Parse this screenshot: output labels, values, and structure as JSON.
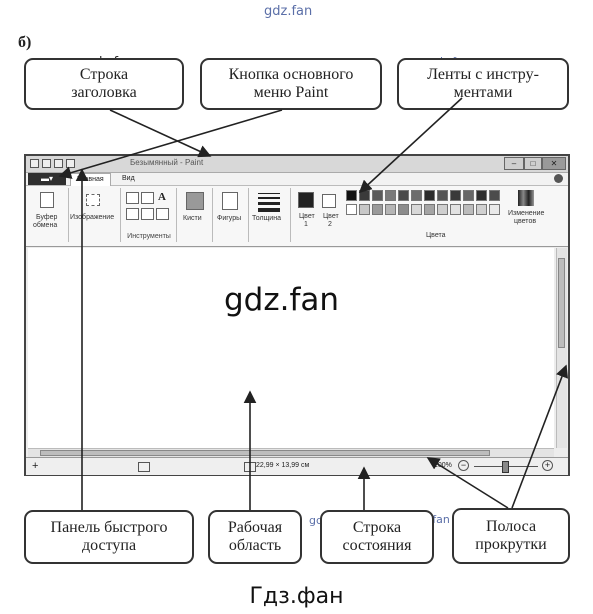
{
  "watermarks": {
    "top": "gdz.fan",
    "small": "gdz.fan",
    "center": "gdz.fan",
    "bottom": "Гдз.фан"
  },
  "figure_label": "б)",
  "callouts": {
    "title_bar": [
      "Строка",
      "заголовка"
    ],
    "main_menu": [
      "Кнопка основного",
      "меню Paint"
    ],
    "ribbons": [
      "Ленты с инстру-",
      "ментами"
    ],
    "quick_access": [
      "Панель быстрого",
      "доступа"
    ],
    "work_area": [
      "Рабочая",
      "область"
    ],
    "status_bar": [
      "Строка",
      "состояния"
    ],
    "scrollbar": [
      "Полоса",
      "прокрутки"
    ]
  },
  "window": {
    "title": "Безымянный - Paint",
    "menu_button": "▬▾",
    "tabs": [
      "Главная",
      "Вид"
    ],
    "ribbon": {
      "clipboard": [
        "Буфер",
        "обмена"
      ],
      "image": "Изображение",
      "tools_group": "Инструменты",
      "brushes": "Кисти",
      "shapes": "Фигуры",
      "thickness": "Толщина",
      "color1": [
        "Цвет",
        "1"
      ],
      "color2": [
        "Цвет",
        "2"
      ],
      "edit_colors": [
        "Изменение",
        "цветов"
      ],
      "colors_group": "Цвета"
    },
    "palette_row1": [
      "#111111",
      "#3a3a3a",
      "#5a5a5a",
      "#7a7a7a",
      "#4a4a4a",
      "#6d6d6d",
      "#2a2a2a",
      "#555555",
      "#393939",
      "#676767",
      "#2e2e2e",
      "#4c4c4c"
    ],
    "palette_row2": [
      "#ffffff",
      "#c8c8c8",
      "#9a9a9a",
      "#b5b5b5",
      "#8c8c8c",
      "#d8d8d8",
      "#a5a5a5",
      "#cfcfcf",
      "#e2e2e2",
      "#bcbcbc",
      "#d0d0d0",
      "#e9e9e9"
    ],
    "status": {
      "plus": "+",
      "size": "22,99 × 13,99 см",
      "zoom": "100%"
    }
  }
}
